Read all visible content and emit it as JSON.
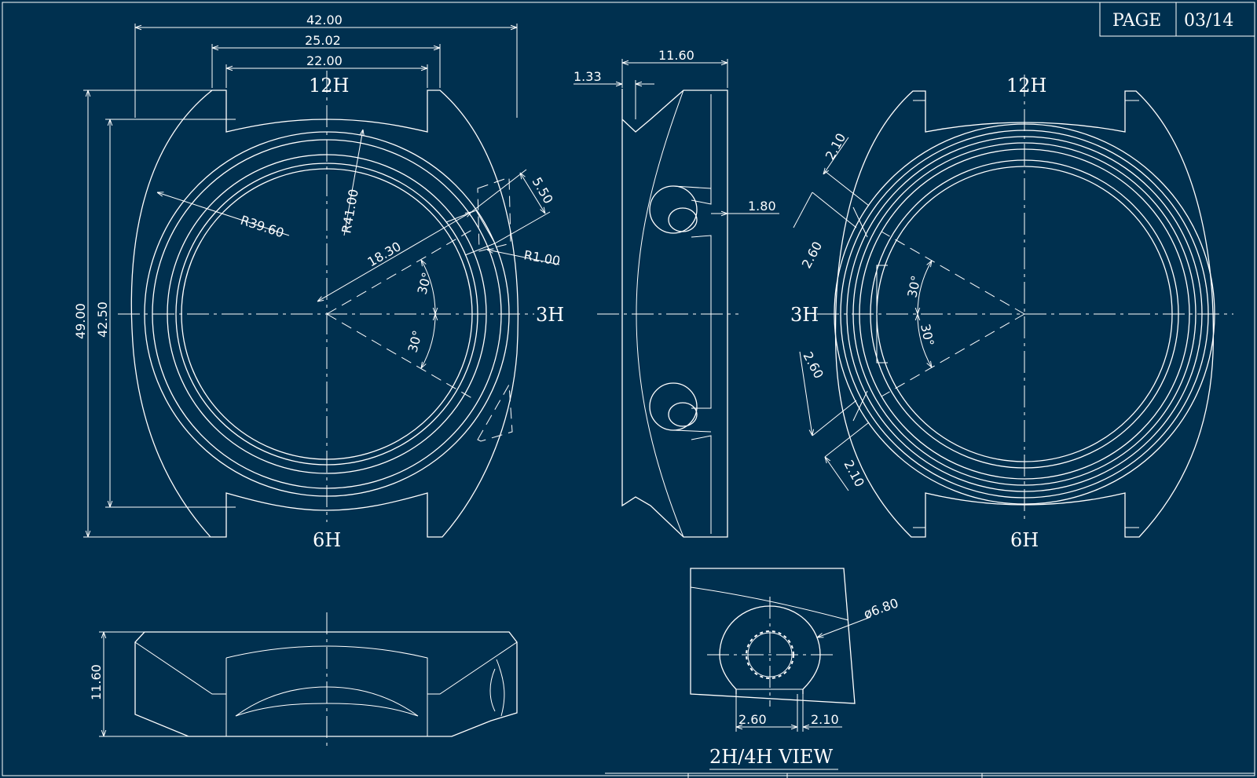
{
  "page_label": {
    "label": "PAGE",
    "value": "03/14"
  },
  "front_view": {
    "markers": {
      "top": "12H",
      "right": "3H",
      "bottom": "6H"
    },
    "dims": {
      "overall_width": "42.00",
      "lug_outer": "25.02",
      "lug_inner": "22.00",
      "overall_height": "49.00",
      "case_height": "42.50",
      "radius_case": "R39.60",
      "radius_outer": "R41.00",
      "pusher_offset": "18.30",
      "pusher_width": "5.50",
      "pusher_radius": "R1.00",
      "angle_upper": "30°",
      "angle_lower": "30°"
    }
  },
  "side_view": {
    "dims": {
      "thickness": "11.60",
      "step": "1.33",
      "pusher_depth": "1.80"
    }
  },
  "back_view": {
    "markers": {
      "top": "12H",
      "left": "3H",
      "bottom": "6H"
    },
    "dims": {
      "top_a": "2.10",
      "top_b": "2.60",
      "bottom_b": "2.60",
      "bottom_a": "2.10",
      "angle_upper": "30°",
      "angle_lower": "30°"
    }
  },
  "bottom_view": {
    "dims": {
      "thickness": "11.60"
    }
  },
  "detail_view": {
    "title": "2H/4H VIEW",
    "dims": {
      "diameter": "ø6.80",
      "left": "2.60",
      "right": "2.10"
    }
  }
}
